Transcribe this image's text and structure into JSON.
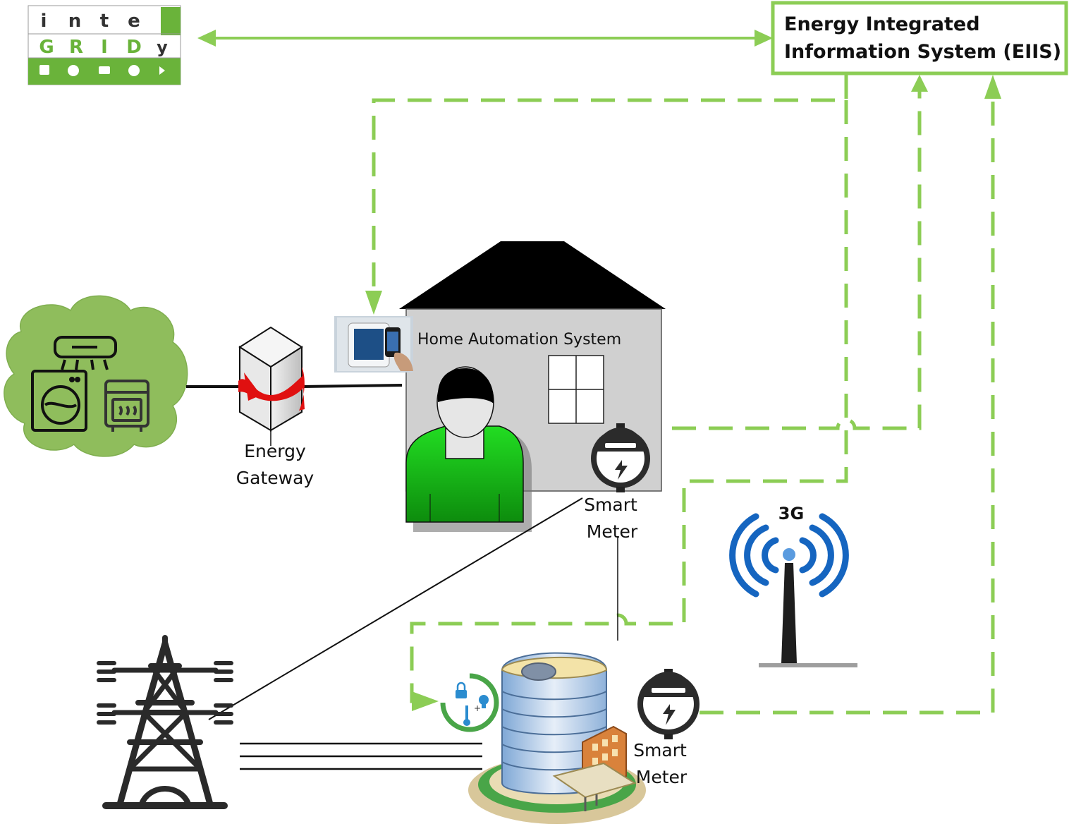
{
  "colors": {
    "link_green": "#8ccd55",
    "logo_green": "#6ab33a",
    "person_green": "#18c418",
    "cloud_green": "#8fbd5c",
    "house_wall": "#d0d0d0",
    "signal_blue": "#1565c0",
    "gateway_red": "#e01010"
  },
  "logo": {
    "top_row": [
      "i",
      "n",
      "t",
      "e"
    ],
    "mid_row": [
      "G",
      "R",
      "I",
      "D",
      "y"
    ],
    "icons": [
      "flag-leaf-icon",
      "electric-car-icon",
      "battery-icon",
      "globe-icon",
      "recycle-icon"
    ]
  },
  "eiis": {
    "line1": "Energy Integrated",
    "line2": "Information System (EIIS)"
  },
  "house": {
    "label": "Home Automation System"
  },
  "gateway": {
    "line1": "Energy",
    "line2": "Gateway"
  },
  "meter_home": {
    "line1": "Smart",
    "line2": "Meter"
  },
  "meter_building": {
    "line1": "Smart",
    "line2": "Meter"
  },
  "antenna": {
    "label": "3G"
  },
  "appliances": {
    "icons": [
      "air-conditioner-icon",
      "washing-machine-icon",
      "oven-icon"
    ]
  }
}
